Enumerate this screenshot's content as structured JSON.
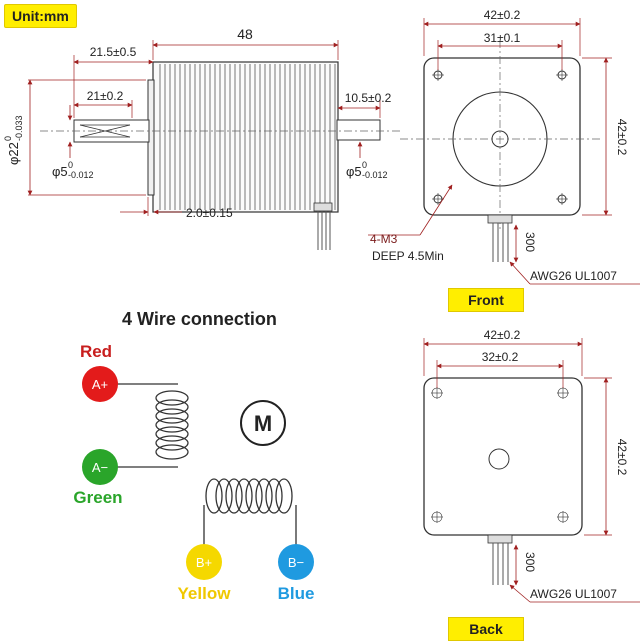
{
  "unit_label": "Unit:mm",
  "side_view": {
    "length": "48",
    "shaft_total": "21.5±0.5",
    "flat_length": "21±0.2",
    "flat_offset": "10.5±0.2",
    "boss_height": "2.0±0.15",
    "boss_diameter_prefix": "φ22",
    "boss_diameter_upper": "0",
    "boss_diameter_lower": "-0.033",
    "shaft_diameter_prefix": "φ5",
    "shaft_diameter_upper": "0",
    "shaft_diameter_lower": "-0.012"
  },
  "front_view": {
    "title": "Front",
    "width": "42±0.2",
    "hole_spacing": "31±0.1",
    "height": "42±0.2",
    "holes_label": "4-M3",
    "deep_label": "DEEP 4.5Min",
    "cable_length": "300",
    "cable_spec": "AWG26 UL1007"
  },
  "back_view": {
    "title": "Back",
    "width": "42±0.2",
    "hole_spacing": "32±0.2",
    "height": "42±0.2",
    "cable_length": "300",
    "cable_spec": "AWG26 UL1007"
  },
  "wiring": {
    "title": "4 Wire connection",
    "motor_symbol": "M",
    "wires": [
      {
        "terminal": "A+",
        "name": "Red",
        "color": "#e31b1b"
      },
      {
        "terminal": "A−",
        "name": "Green",
        "color": "#2aa52a"
      },
      {
        "terminal": "B+",
        "name": "Yellow",
        "color": "#f5d800"
      },
      {
        "terminal": "B−",
        "name": "Blue",
        "color": "#1f9ae0"
      }
    ]
  }
}
